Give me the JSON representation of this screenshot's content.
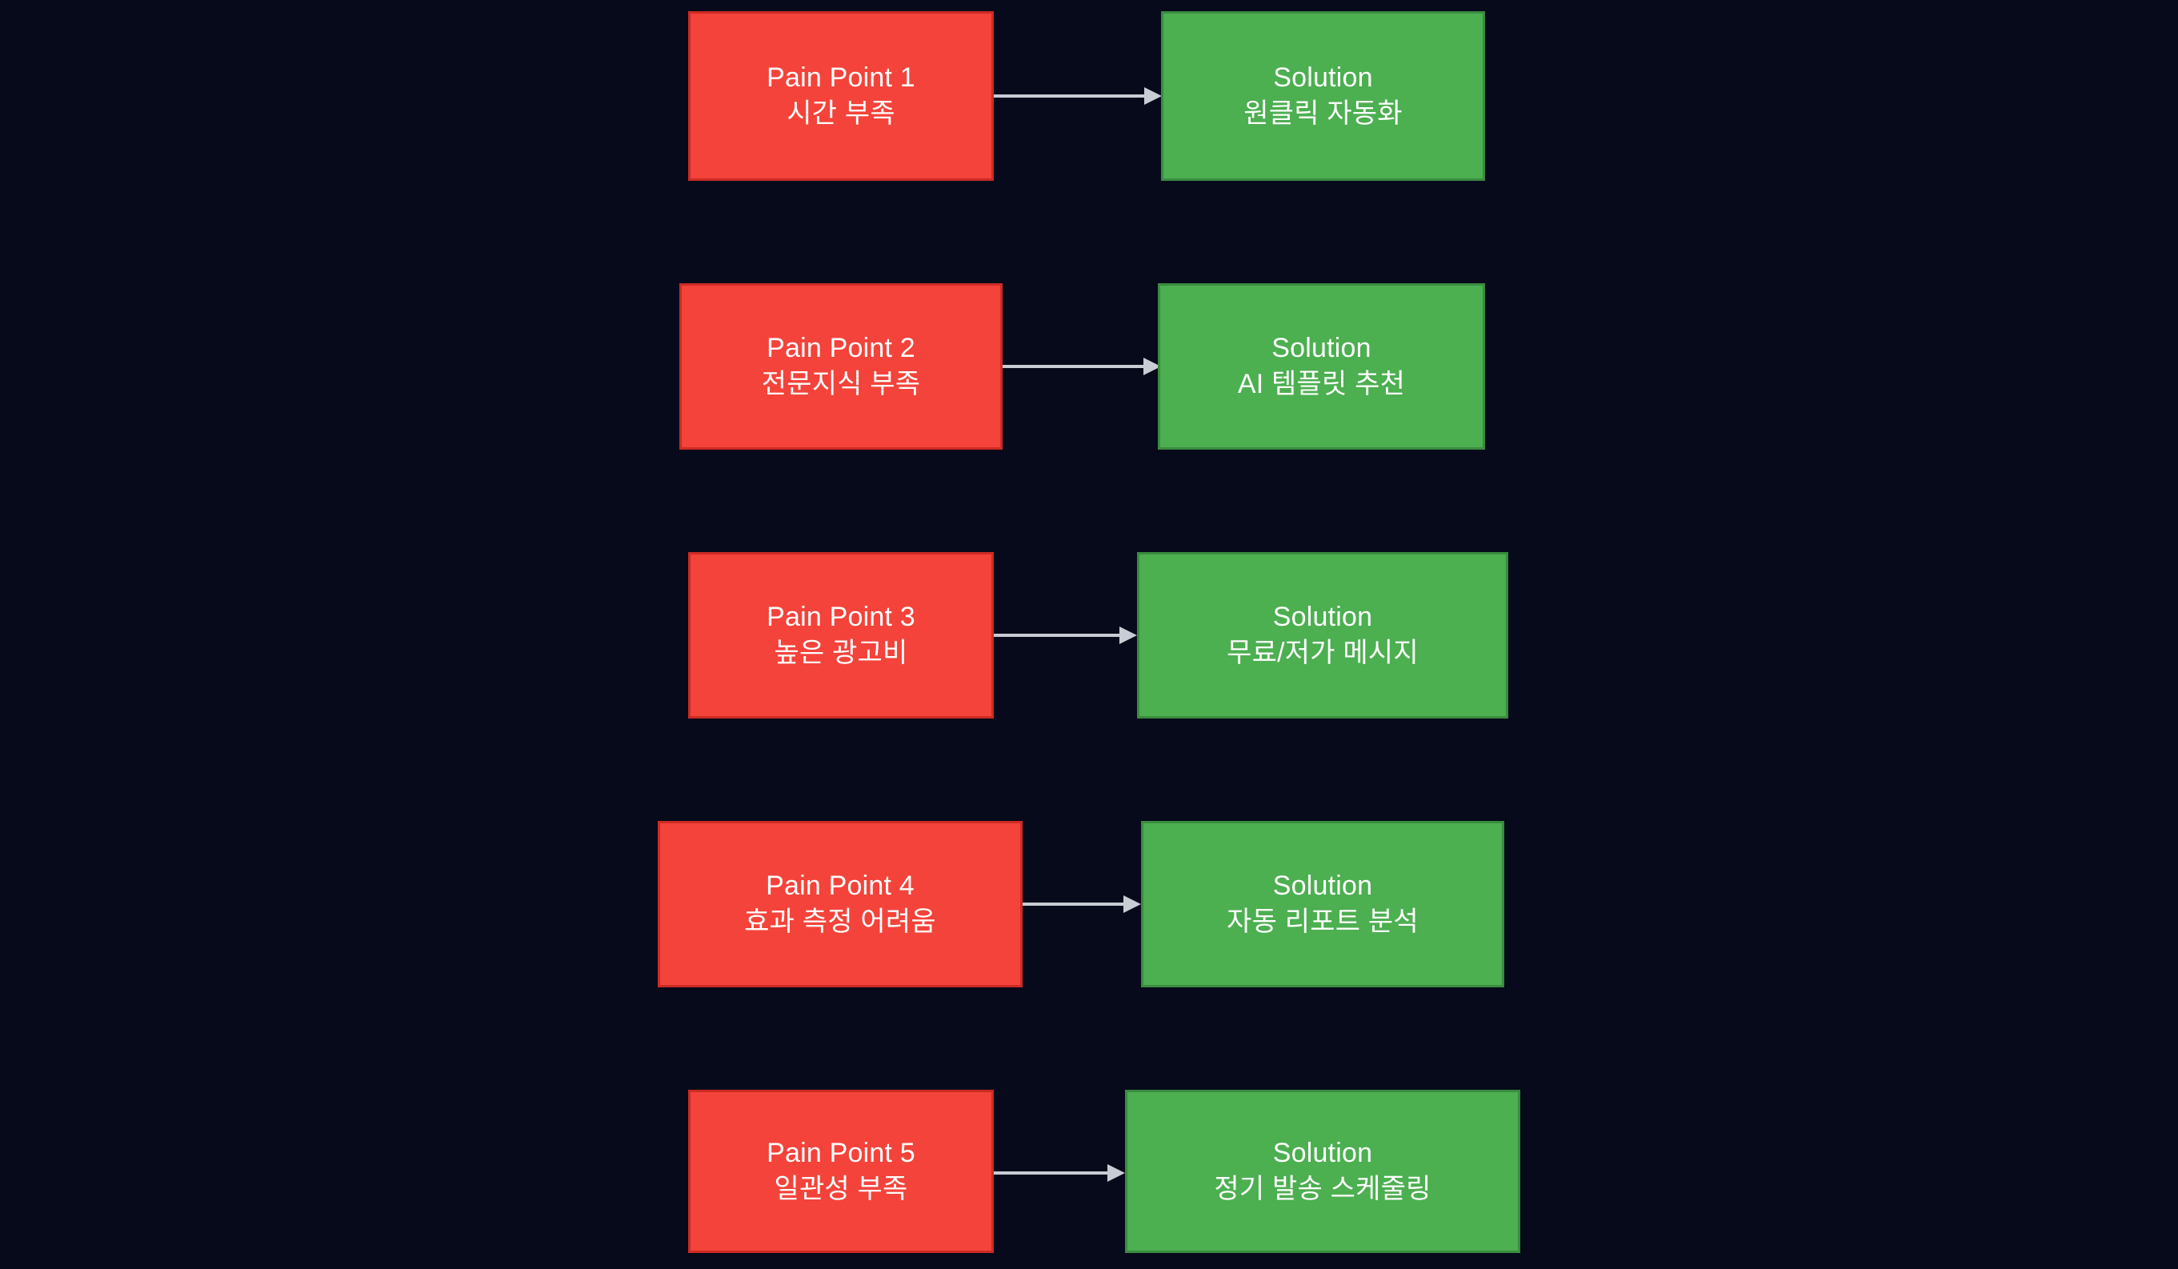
{
  "diagram": {
    "type": "flowchart",
    "title": "",
    "background_color": "#060a1a",
    "pain_color": "#f4433a",
    "pain_border_color": "#cd2b24",
    "solution_color": "#4caf50",
    "solution_border_color": "#3a8c3e",
    "edge_color": "#c8ccd4",
    "text_color": "#ffffff",
    "rows": [
      {
        "pain": {
          "line1": "Pain Point 1",
          "line2": "시간 부족"
        },
        "solution": {
          "line1": "Solution",
          "line2": "원클릭 자동화"
        },
        "arrow": "arrow-right"
      },
      {
        "pain": {
          "line1": "Pain Point 2",
          "line2": "전문지식 부족"
        },
        "solution": {
          "line1": "Solution",
          "line2": "AI 템플릿 추천"
        },
        "arrow": "arrow-right"
      },
      {
        "pain": {
          "line1": "Pain Point 3",
          "line2": "높은 광고비"
        },
        "solution": {
          "line1": "Solution",
          "line2": "무료/저가 메시지"
        },
        "arrow": "arrow-right"
      },
      {
        "pain": {
          "line1": "Pain Point 4",
          "line2": "효과 측정 어려움"
        },
        "solution": {
          "line1": "Solution",
          "line2": "자동 리포트 분석"
        },
        "arrow": "arrow-right"
      },
      {
        "pain": {
          "line1": "Pain Point 5",
          "line2": "일관성 부족"
        },
        "solution": {
          "line1": "Solution",
          "line2": "정기 발송 스케줄링"
        },
        "arrow": "arrow-right"
      }
    ]
  }
}
